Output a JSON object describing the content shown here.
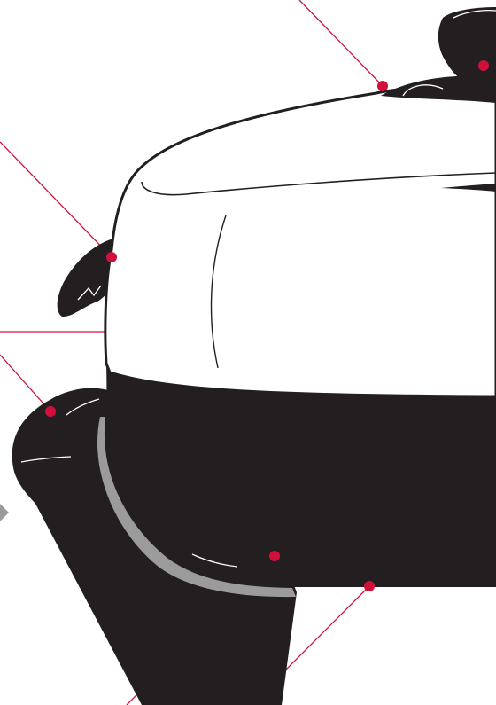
{
  "diagram": {
    "subject": "electric-skillet",
    "colors": {
      "body": "#231f20",
      "lid": "#ffffff",
      "outline": "#231f20",
      "highlight": "#ffffff",
      "trim": "#9b9b9b",
      "callout": "#d0103a",
      "background": "#ffffff"
    },
    "callouts": [
      {
        "id": "lid-vent",
        "part": "vent"
      },
      {
        "id": "lid-knob",
        "part": "knob"
      },
      {
        "id": "side-handle",
        "part": "lid-handle"
      },
      {
        "id": "skillet-handle",
        "part": "base-handle"
      },
      {
        "id": "base-pan",
        "part": "pan-body"
      },
      {
        "id": "base-rim",
        "part": "pan-base"
      }
    ]
  }
}
